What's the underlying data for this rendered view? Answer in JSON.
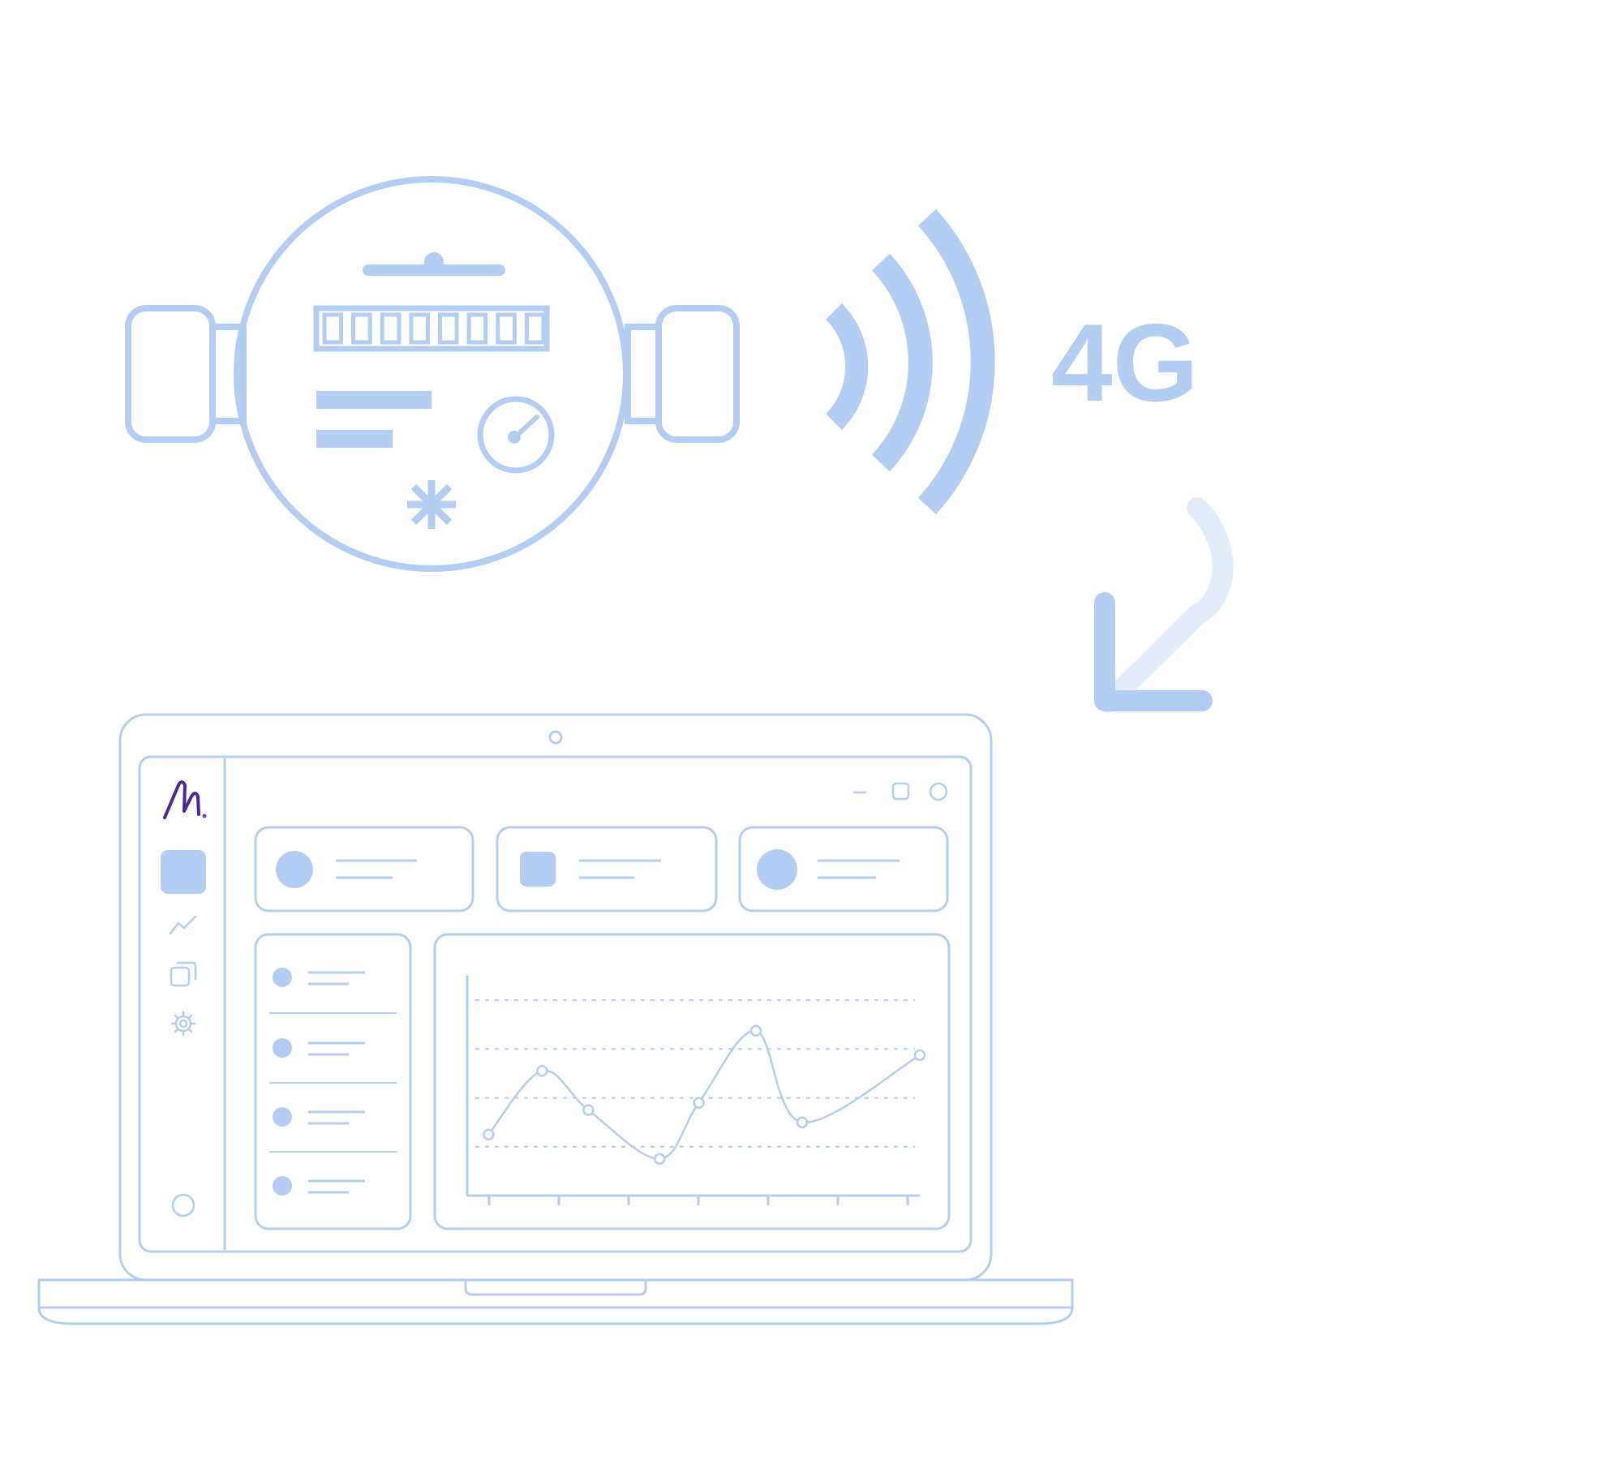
{
  "network": {
    "label": "4G"
  },
  "colors": {
    "illustration": "#b4cdf2",
    "arrow_faded": "#e4ecfa",
    "logo": "#4b2a8f",
    "background": "#ffffff"
  },
  "icons": {
    "meter": "water-meter-icon",
    "signal": "wireless-signal-icon",
    "arrow": "down-left-arrow-icon",
    "laptop": "laptop-icon",
    "logo": "brand-logo-icon",
    "sidebar": [
      "dashboard-icon",
      "trend-chart-icon",
      "copy-icon",
      "gear-icon",
      "profile-icon"
    ],
    "window_controls": [
      "minimize-icon",
      "maximize-icon",
      "close-icon"
    ]
  },
  "dashboard": {
    "stat_cards": [
      {
        "icon_shape": "circle"
      },
      {
        "icon_shape": "square"
      },
      {
        "icon_shape": "circle"
      }
    ],
    "list_items": 4
  },
  "chart_data": {
    "type": "line",
    "series": [
      {
        "values": [
          0.1,
          0.62,
          0.3,
          -0.1,
          0.36,
          0.95,
          0.2,
          0.75
        ]
      }
    ],
    "x": [
      0,
      0.75,
      1.4,
      2.4,
      2.95,
      3.75,
      4.4,
      6.05
    ],
    "xlim": [
      -0.3,
      6.05
    ],
    "ylim": [
      -0.4,
      1.4
    ],
    "grid": true,
    "xticks": 7
  }
}
